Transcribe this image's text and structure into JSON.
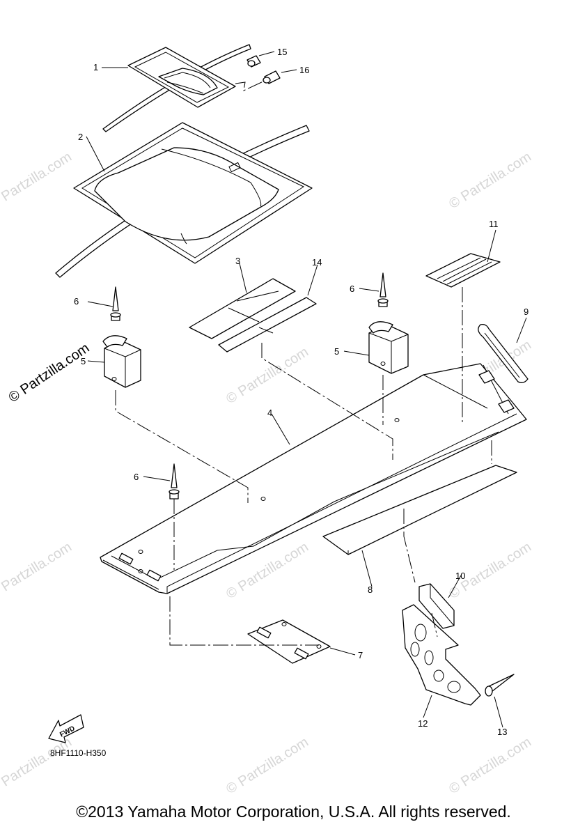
{
  "diagram": {
    "callouts": [
      "1",
      "2",
      "3",
      "4",
      "5",
      "5",
      "6",
      "6",
      "6",
      "7",
      "8",
      "9",
      "10",
      "11",
      "12",
      "13",
      "14",
      "15",
      "16"
    ],
    "fwd_label": "FWD",
    "drawing_code": "8HF1110-H350"
  },
  "watermark": {
    "text": "© Partzilla.com",
    "side_text": "© Partzilla.com"
  },
  "footer": {
    "copyright": "©2013 Yamaha Motor Corporation, U.S.A. All rights reserved."
  }
}
